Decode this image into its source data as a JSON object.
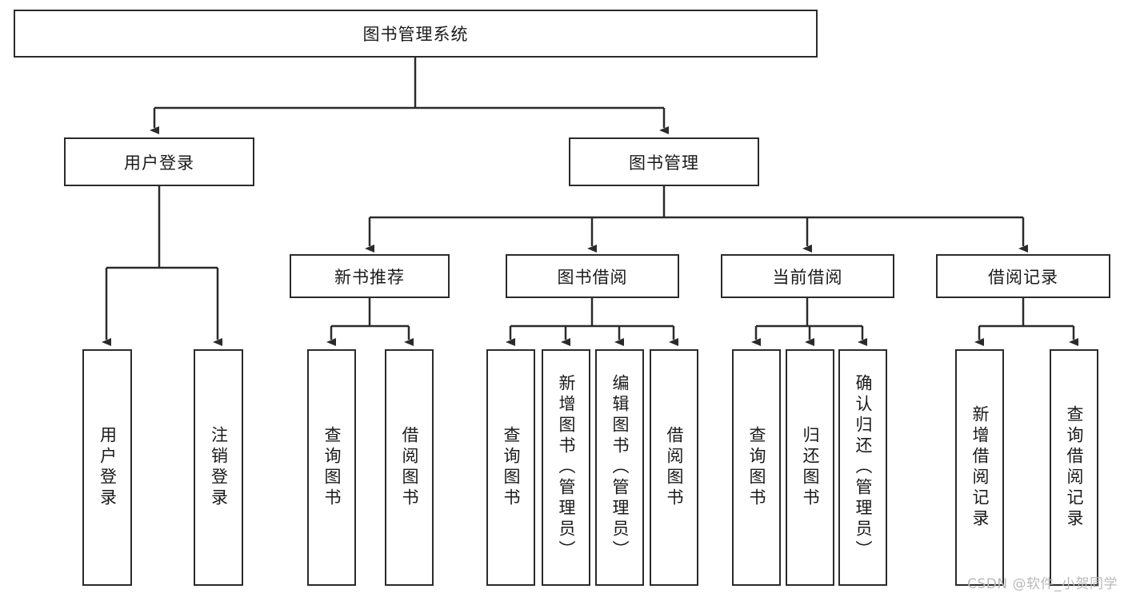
{
  "diagram": {
    "type": "hierarchy-tree",
    "title": "图书管理系统",
    "watermark": "CSDN @软件_小贺同学",
    "colors": {
      "box_border": "#2b2b2b",
      "box_fill": "#ffffff",
      "line": "#2b2b2b",
      "text": "#1a1a1a",
      "watermark": "#b9b9b9",
      "background": "#ffffff"
    },
    "root": {
      "label": "图书管理系统",
      "orientation": "horizontal"
    },
    "level2": [
      {
        "label": "用户登录",
        "orientation": "horizontal"
      },
      {
        "label": "图书管理",
        "orientation": "horizontal"
      }
    ],
    "level3": [
      {
        "label": "新书推荐",
        "orientation": "horizontal"
      },
      {
        "label": "图书借阅",
        "orientation": "horizontal"
      },
      {
        "label": "当前借阅",
        "orientation": "horizontal"
      },
      {
        "label": "借阅记录",
        "orientation": "horizontal"
      }
    ],
    "leaves": {
      "user_login": [
        {
          "label": "用户登录",
          "orientation": "vertical"
        },
        {
          "label": "注销登录",
          "orientation": "vertical"
        }
      ],
      "new_book_recommend": [
        {
          "label": "查询图书",
          "orientation": "vertical"
        },
        {
          "label": "借阅图书",
          "orientation": "vertical"
        }
      ],
      "book_borrow": [
        {
          "label": "查询图书",
          "orientation": "vertical"
        },
        {
          "label": "新增图书（管理员）",
          "orientation": "vertical"
        },
        {
          "label": "编辑图书（管理员）",
          "orientation": "vertical"
        },
        {
          "label": "借阅图书",
          "orientation": "vertical"
        }
      ],
      "current_borrow": [
        {
          "label": "查询图书",
          "orientation": "vertical"
        },
        {
          "label": "归还图书",
          "orientation": "vertical"
        },
        {
          "label": "确认归还（管理员）",
          "orientation": "vertical"
        }
      ],
      "borrow_record": [
        {
          "label": "新增借阅记录",
          "orientation": "vertical"
        },
        {
          "label": "查询借阅记录",
          "orientation": "vertical"
        }
      ]
    }
  }
}
